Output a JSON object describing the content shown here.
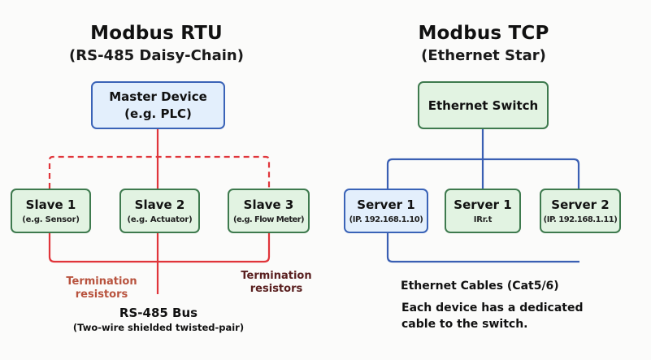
{
  "colors": {
    "rtu_wire": "#e0353a",
    "tcp_wire": "#3a5fb3",
    "termination_left": "#b8533e",
    "termination_right": "#5a2020"
  },
  "rtu": {
    "title": "Modbus RTU",
    "subtitle": "(RS-485 Daisy-Chain)",
    "master": {
      "name": "Master Device",
      "detail": "(e.g. PLC)"
    },
    "slaves": [
      {
        "name": "Slave 1",
        "detail": "(e.g. Sensor)"
      },
      {
        "name": "Slave 2",
        "detail": "(e.g. Actuator)"
      },
      {
        "name": "Slave 3",
        "detail": "(e.g. Flow Meter)"
      }
    ],
    "termination_left": [
      "Termination",
      "resistors"
    ],
    "termination_right": [
      "Termination",
      "resistors"
    ],
    "bus_label": "RS-485 Bus",
    "bus_detail": "(Two-wire shielded twisted-pair)"
  },
  "tcp": {
    "title": "Modbus TCP",
    "subtitle": "(Ethernet Star)",
    "switch": {
      "name": "Ethernet Switch"
    },
    "servers": [
      {
        "name": "Server 1",
        "detail": "(IP. 192.168.1.10)"
      },
      {
        "name": "Server 1",
        "detail": "IRr.t"
      },
      {
        "name": "Server 2",
        "detail": "(IP. 192.168.1.11)"
      }
    ],
    "cables_label": "Ethernet Cables (Cat5/6)",
    "cables_note_line1": "Each device has a dedicated",
    "cables_note_line2": "cable to the switch."
  }
}
